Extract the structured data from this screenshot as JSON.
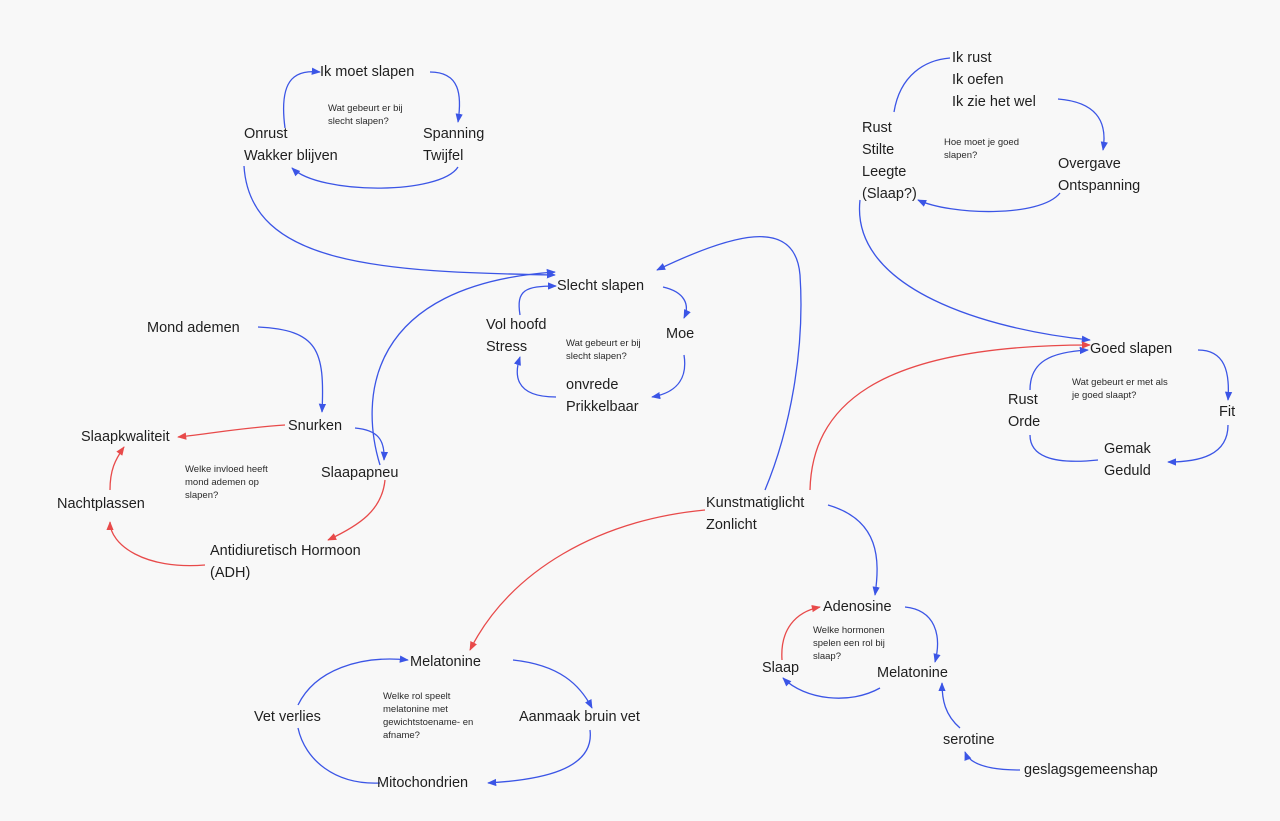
{
  "colors": {
    "background": "#f8f8f8",
    "blue_edge": "#3b55e6",
    "red_edge": "#e84a4a",
    "text": "#1f1f1f"
  },
  "nodes": {
    "ik_moet_slapen": "Ik moet slapen",
    "spanning_twijfel": [
      "Spanning",
      "Twijfel"
    ],
    "onrust_wakker": [
      "Onrust",
      "Wakker blijven"
    ],
    "note_slecht_1": [
      "Wat gebeurt er bij",
      "slecht slapen?"
    ],
    "ik_rust": [
      "Ik rust",
      "Ik oefen",
      "Ik zie het wel"
    ],
    "rust_stilte": [
      "Rust",
      "Stilte",
      "Leegte",
      "(Slaap?)"
    ],
    "overgave": [
      "Overgave",
      "Ontspanning"
    ],
    "note_goed": [
      "Hoe moet je goed",
      "slapen?"
    ],
    "slecht_slapen": "Slecht slapen",
    "vol_hoofd": [
      "Vol hoofd",
      "Stress"
    ],
    "moe": "Moe",
    "onvrede": [
      "onvrede",
      "Prikkelbaar"
    ],
    "note_slecht_2": [
      "Wat gebeurt er bij",
      "slecht slapen?"
    ],
    "mond_ademen": "Mond ademen",
    "snurken": "Snurken",
    "slaapkwaliteit": "Slaapkwaliteit",
    "slaapapneu": "Slaapapneu",
    "nachtplassen": "Nachtplassen",
    "adh": [
      "Antidiuretisch Hormoon",
      "(ADH)"
    ],
    "note_mond": [
      "Welke invloed heeft",
      "mond ademen op",
      "slapen?"
    ],
    "goed_slapen": "Goed slapen",
    "rust_orde": [
      "Rust",
      "Orde"
    ],
    "fit": "Fit",
    "gemak": [
      "Gemak",
      "Geduld"
    ],
    "note_goed_slapen": [
      "Wat gebeurt er met als",
      "je goed slaapt?"
    ],
    "kunstmatiglicht": [
      "Kunstmatiglicht",
      "Zonlicht"
    ],
    "adenosine": "Adenosine",
    "slaap": "Slaap",
    "melatonine_r": "Melatonine",
    "serotine": "serotine",
    "geslagsgemeenshap": "geslagsgemeenshap",
    "note_hormonen": [
      "Welke hormonen",
      "spelen een rol bij",
      "slaap?"
    ],
    "melatonine_l": "Melatonine",
    "vet_verlies": "Vet verlies",
    "aanmaak": "Aanmaak bruin vet",
    "mitochondrien": "Mitochondrien",
    "note_melatonine": [
      "Welke rol speelt",
      "melatonine met",
      "gewichtstoename- en",
      "afname?"
    ]
  }
}
